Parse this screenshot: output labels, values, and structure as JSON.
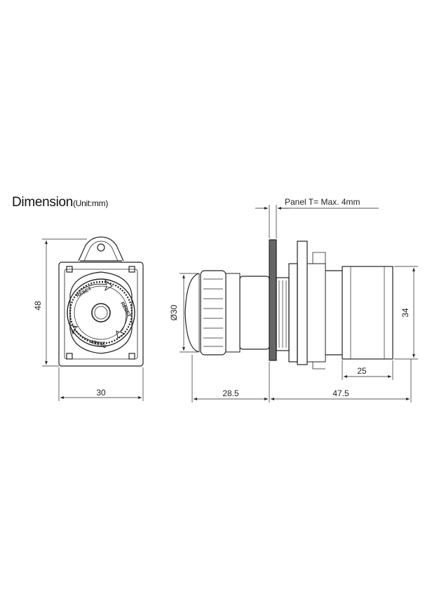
{
  "title": "Dimension",
  "unit_label": "(Unit:mm)",
  "panel_note": "Panel T= Max. 4mm",
  "front_view": {
    "height_dim": "48",
    "width_dim": "30",
    "button_text": [
      "RESET",
      "RESET",
      "RESET"
    ]
  },
  "side_view": {
    "diameter_dim": "Ø30",
    "front_depth_dim": "28.5",
    "rear_depth_dim": "47.5",
    "block_height_dim": "34",
    "block_depth_dim": "25"
  }
}
